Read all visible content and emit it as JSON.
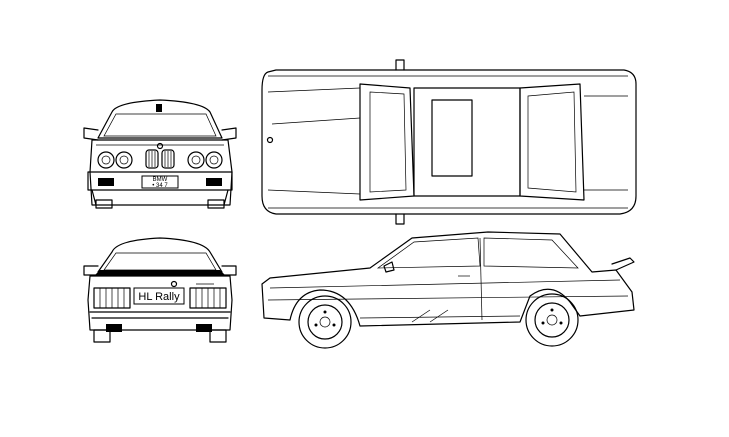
{
  "views": {
    "front": {
      "plate_line1": "BMW",
      "plate_line2": "• 34 7"
    },
    "rear": {
      "plate": "HL Rally"
    },
    "top": {},
    "side": {}
  }
}
